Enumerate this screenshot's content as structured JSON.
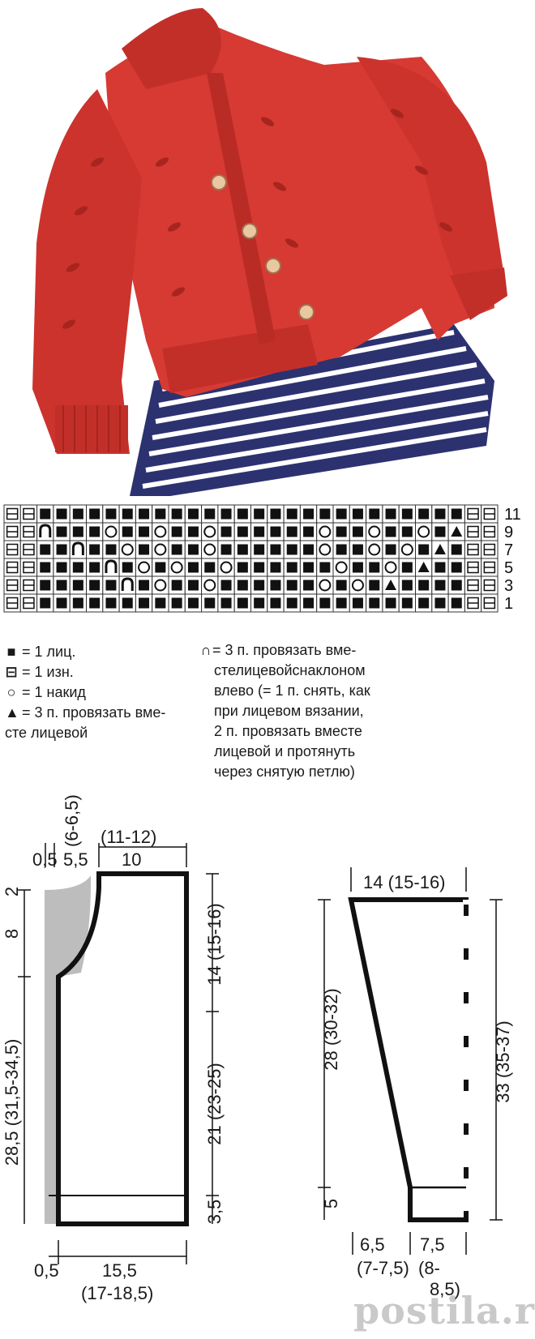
{
  "legend": {
    "knit": {
      "symbol": "■",
      "text": "= 1 лиц."
    },
    "purl": {
      "symbol": "⊟",
      "text": "= 1 изн."
    },
    "yo": {
      "symbol": "○",
      "text": "= 1 накид"
    },
    "k3tog": {
      "symbol": "▲",
      "text": "= 3 п. провязать вме-",
      "text2": "сте лицевой"
    },
    "sk2p": {
      "symbol": "∩",
      "lines": [
        "= 3 п. провязать вме-",
        "стелицевойснаклоном",
        "влево (= 1 п. снять, как",
        "при лицевом вязании,",
        "2 п. провязать вместе",
        "лицевой  и  протянуть",
        "через снятую петлю)"
      ]
    }
  },
  "chart_rows": [
    "11",
    "9",
    "7",
    "5",
    "3",
    "1"
  ],
  "back": {
    "top_dims": {
      "stack1": "(6-6,5)",
      "left": "0,5",
      "a": "5,5",
      "b_paren": "(11-12)",
      "b": "10"
    },
    "left_dims": {
      "d1": "2",
      "d2": "8",
      "d3": "28,5 (31,5-34,5)"
    },
    "right_dims": {
      "r1": "14 (15-16)",
      "r2": "21 (23-25)",
      "r3": "3,5"
    },
    "bottom_dims": {
      "left": "0,5",
      "w": "15,5",
      "w_paren": "(17-18,5)"
    }
  },
  "sleeve": {
    "top_dim": "14 (15-16)",
    "left_dims": {
      "a": "28 (30-32)",
      "b": "5"
    },
    "right_dim": "33 (35-37)",
    "bottom_dims": {
      "a": "6,5",
      "a_paren": "(7-7,5)",
      "b": "7,5",
      "b_paren": "(8-",
      "b_paren2": "8,5)"
    }
  },
  "watermark": "postila.ru",
  "colors": {
    "sweater": "#d63a33",
    "stripe_navy": "#2c3270",
    "gray_fill": "#bdbdbd"
  }
}
